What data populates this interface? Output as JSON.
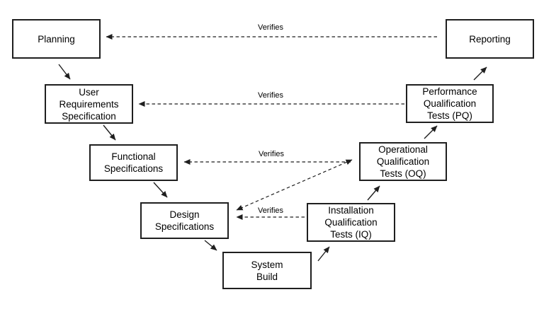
{
  "boxes": {
    "planning": {
      "label": "Planning"
    },
    "urs": {
      "label": "User\nRequirements\nSpecification"
    },
    "functional": {
      "label": "Functional\nSpecifications"
    },
    "design": {
      "label": "Design\nSpecifications"
    },
    "system_build": {
      "label": "System\nBuild"
    },
    "iq": {
      "label": "Installation\nQualification\nTests (IQ)"
    },
    "oq": {
      "label": "Operational\nQualification\nTests (OQ)"
    },
    "pq": {
      "label": "Performance\nQualification\nTests (PQ)"
    },
    "reporting": {
      "label": "Reporting"
    }
  },
  "flow_edges": [
    {
      "from": "planning",
      "to": "urs"
    },
    {
      "from": "urs",
      "to": "functional"
    },
    {
      "from": "functional",
      "to": "design"
    },
    {
      "from": "design",
      "to": "system_build"
    },
    {
      "from": "system_build",
      "to": "iq"
    },
    {
      "from": "iq",
      "to": "oq"
    },
    {
      "from": "oq",
      "to": "pq"
    },
    {
      "from": "pq",
      "to": "reporting"
    }
  ],
  "verifies_edges": [
    {
      "from": "reporting",
      "to": "planning",
      "label": "Verifies"
    },
    {
      "from": "pq",
      "to": "urs",
      "label": "Verifies"
    },
    {
      "from": "oq",
      "to": "functional",
      "label": "Verifies"
    },
    {
      "from": "iq",
      "to": "design",
      "label": "Verifies"
    },
    {
      "from": "oq",
      "to": "design"
    }
  ],
  "colors": {
    "line": "#1f1f1f",
    "box_border": "#1f1f1f",
    "background": "#ffffff",
    "text": "#000000"
  }
}
